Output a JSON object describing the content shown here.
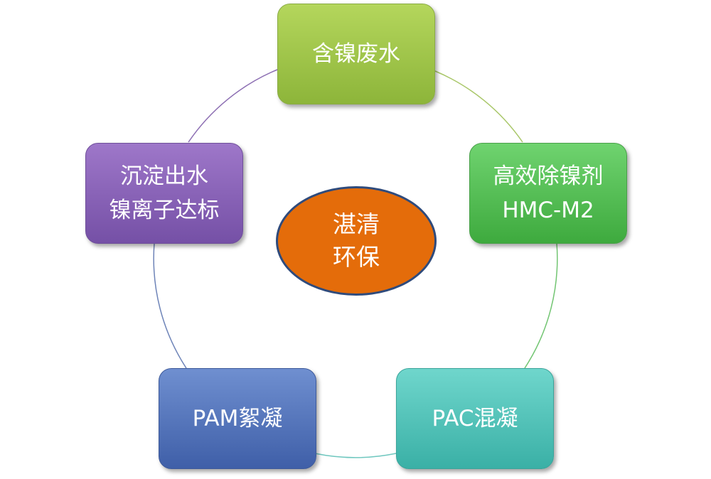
{
  "center": {
    "line1": "湛清",
    "line2": "环保"
  },
  "steps": [
    {
      "line1": "含镍废水"
    },
    {
      "line1": "高效除镍剂",
      "line2": "HMC-M2"
    },
    {
      "line1": "PAC混凝"
    },
    {
      "line1": "PAM絮凝"
    },
    {
      "line1": "沉淀出水",
      "line2": "镍离子达标"
    }
  ]
}
